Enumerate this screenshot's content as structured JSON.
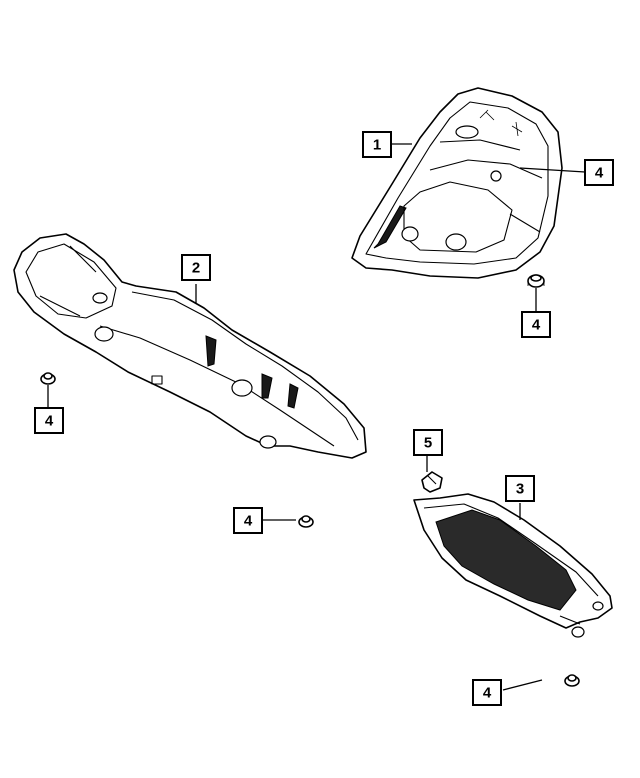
{
  "callouts": {
    "part1": "1",
    "part2": "2",
    "part3": "3",
    "part4_upper_right": "4",
    "part4_upper_right_nut": "4",
    "part4_left": "4",
    "part4_center": "4",
    "part4_bottom": "4",
    "part5": "5"
  }
}
